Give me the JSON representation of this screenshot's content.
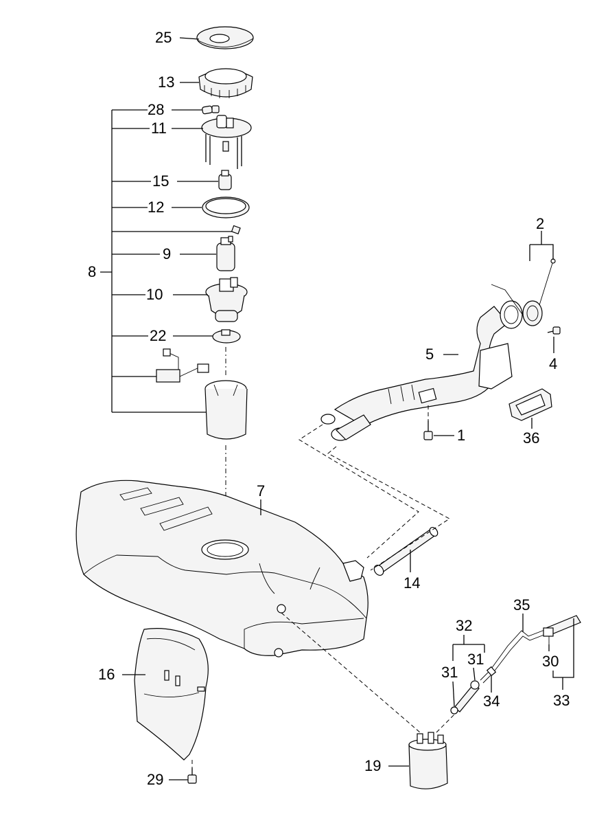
{
  "callouts": {
    "n25": "25",
    "n13": "13",
    "n28": "28",
    "n11": "11",
    "n15": "15",
    "n12": "12",
    "n8": "8",
    "n9": "9",
    "n10": "10",
    "n22": "22",
    "n2": "2",
    "n5": "5",
    "n4": "4",
    "n1": "1",
    "n36": "36",
    "n7": "7",
    "n14": "14",
    "n35": "35",
    "n32": "32",
    "n31a": "31",
    "n31b": "31",
    "n30": "30",
    "n34": "34",
    "n33": "33",
    "n16": "16",
    "n19": "19",
    "n29": "29"
  }
}
